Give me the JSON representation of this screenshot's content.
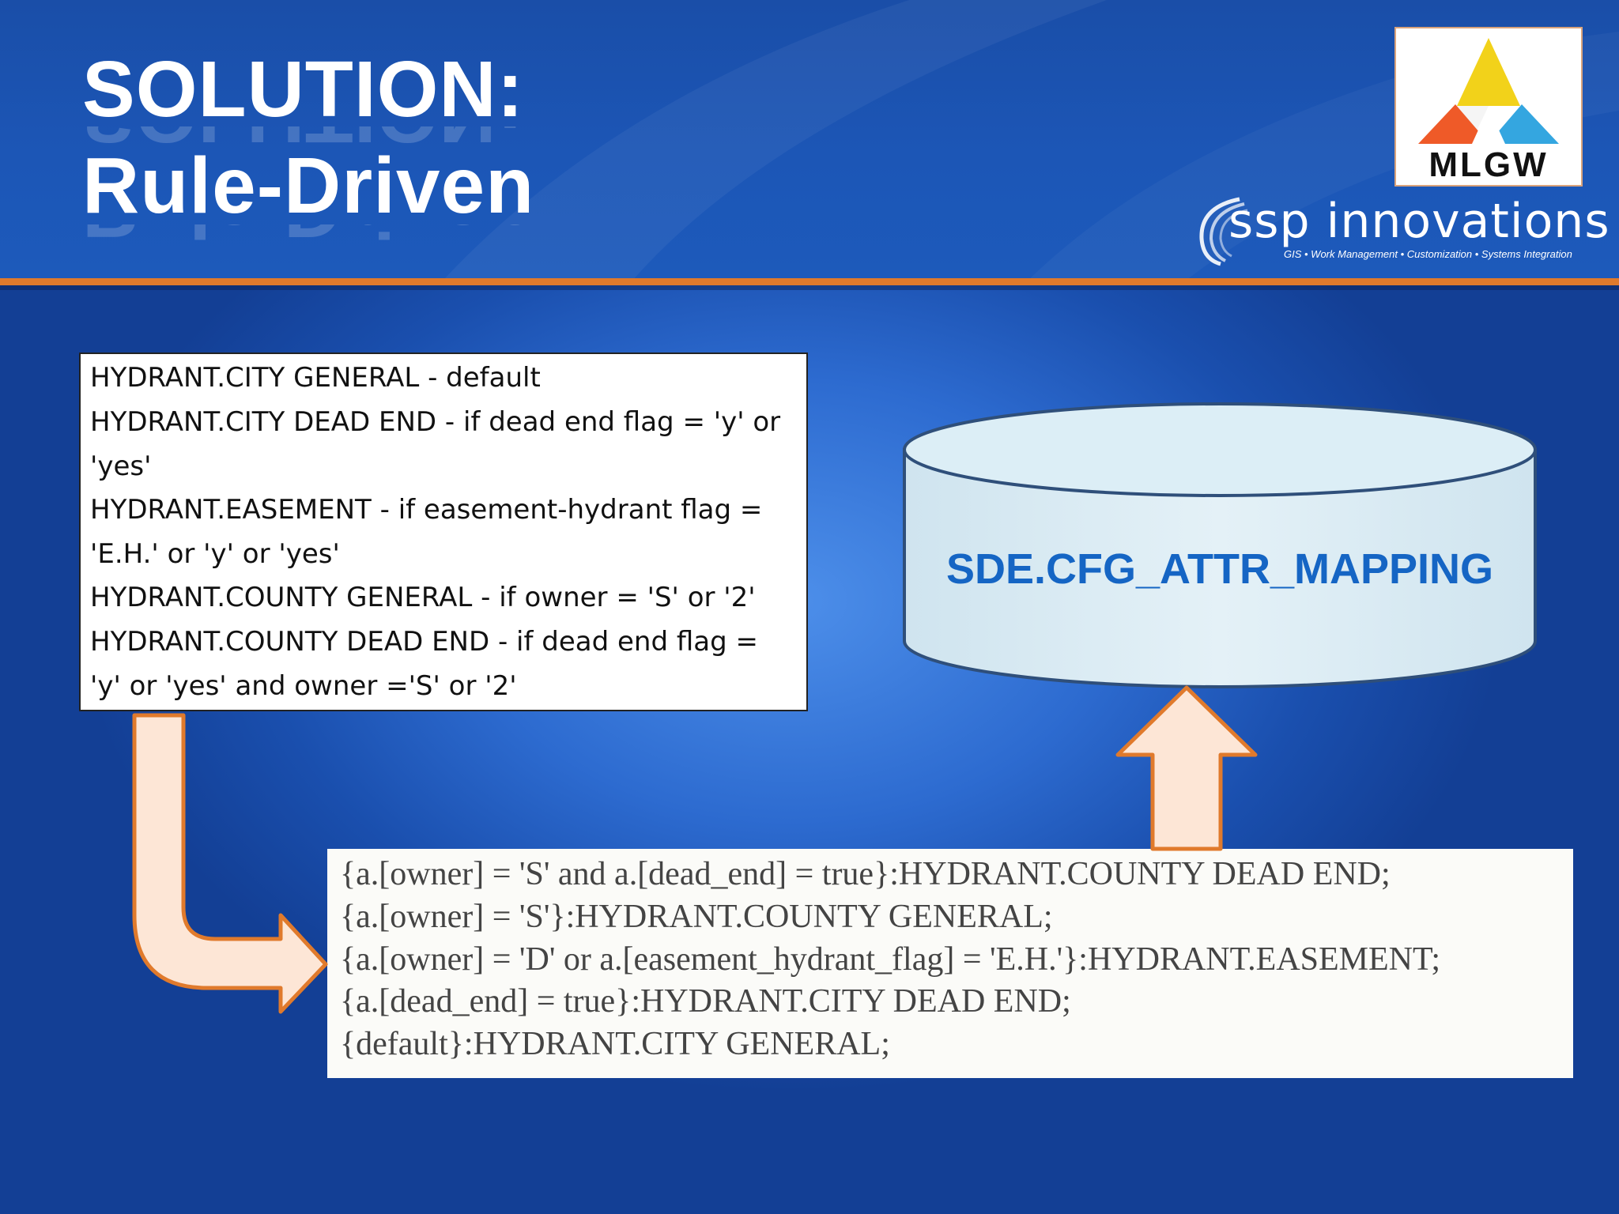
{
  "title": {
    "line1": "SOLUTION:",
    "line2": "Rule-Driven"
  },
  "logos": {
    "mlgw": "MLGW",
    "ssp_name": "ssp innovations",
    "ssp_tagline": "GIS • Work Management • Customization • Systems Integration"
  },
  "rules_box": {
    "lines": [
      "HYDRANT.CITY GENERAL - default",
      "HYDRANT.CITY DEAD END - if dead end flag = 'y' or",
      "'yes'",
      "HYDRANT.EASEMENT - if easement-hydrant flag =",
      "'E.H.' or 'y' or 'yes'",
      "HYDRANT.COUNTY GENERAL - if owner = 'S' or '2'",
      "HYDRANT.COUNTY DEAD END - if dead end flag =",
      "'y' or 'yes' and owner ='S' or '2'"
    ]
  },
  "database": {
    "label": "SDE.CFG_ATTR_MAPPING"
  },
  "code_box": {
    "lines": [
      "{a.[owner] = 'S' and a.[dead_end] = true}:HYDRANT.COUNTY DEAD END;",
      "{a.[owner] = 'S'}:HYDRANT.COUNTY GENERAL;",
      "{a.[owner] = 'D' or a.[easement_hydrant_flag] = 'E.H.'}:HYDRANT.EASEMENT;",
      "{a.[dead_end] = true}:HYDRANT.CITY DEAD END;",
      "{default}:HYDRANT.CITY GENERAL;"
    ]
  },
  "colors": {
    "accent_orange": "#e07a2c",
    "arrow_fill": "#fde6d6",
    "db_label": "#1565c4",
    "cylinder_fill": "#dcedf5"
  },
  "icons": {
    "bent_arrow": "bent-arrow-icon",
    "up_arrow": "up-arrow-icon",
    "database": "database-cylinder-icon"
  }
}
